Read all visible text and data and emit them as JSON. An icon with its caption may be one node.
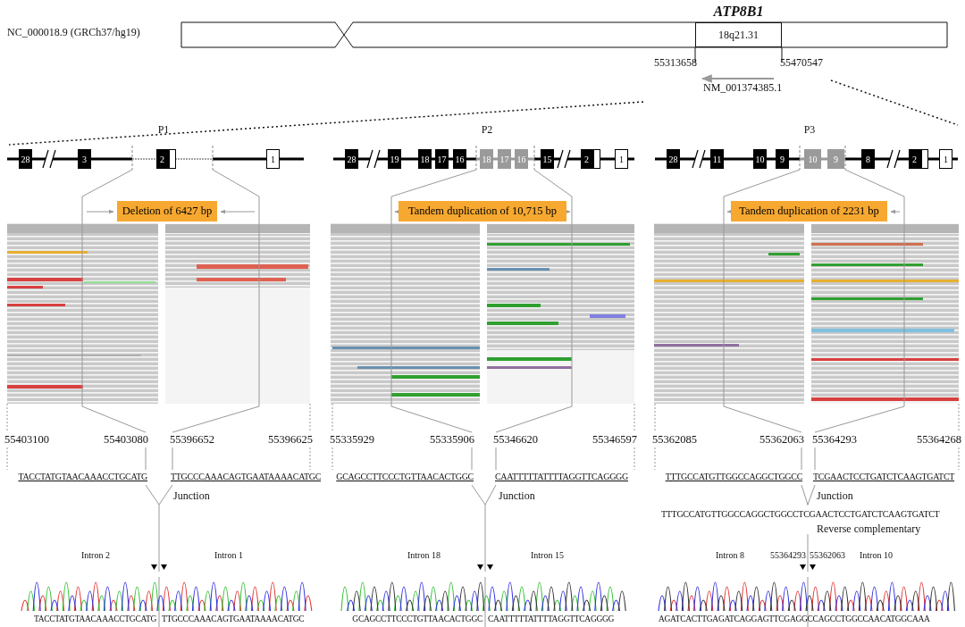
{
  "diagram": {
    "nodes": [
      {
        "text": [
          "18q21.31"
        ],
        "beside": [
          "ATP8B1"
        ]
      },
      {
        "text": [
          "28"
        ]
      },
      {
        "text": [
          "3"
        ]
      },
      {
        "text": [
          "2"
        ]
      },
      {
        "text": [
          "1"
        ]
      },
      {
        "text": [
          "28"
        ]
      },
      {
        "text": [
          "19"
        ]
      },
      {
        "text": [
          "18"
        ]
      },
      {
        "text": [
          "17"
        ]
      },
      {
        "text": [
          "16"
        ]
      },
      {
        "text": [
          "18"
        ]
      },
      {
        "text": [
          "17"
        ]
      },
      {
        "text": [
          "16"
        ]
      },
      {
        "text": [
          "15"
        ]
      },
      {
        "text": [
          "2"
        ]
      },
      {
        "text": [
          "1"
        ]
      },
      {
        "text": [
          "28"
        ]
      },
      {
        "text": [
          "11"
        ]
      },
      {
        "text": [
          "10"
        ]
      },
      {
        "text": [
          "9"
        ]
      },
      {
        "text": [
          "10"
        ]
      },
      {
        "text": [
          "9"
        ]
      },
      {
        "text": [
          "8"
        ]
      },
      {
        "text": [
          "2"
        ]
      },
      {
        "text": [
          "1"
        ]
      },
      {
        "text": [
          "Deletion of 6427 bp"
        ]
      },
      {
        "text": [
          "Tandem duplication of 10,715 bp"
        ]
      },
      {
        "text": [
          "Tandem duplication of 2231 bp"
        ]
      }
    ],
    "labels": [
      "NC_000018.9 (GRCh37/hg19)",
      "55313658",
      "55470547",
      "NM_001374385.1",
      "P1",
      "P2",
      "P3",
      "55403100",
      "55403080",
      "55396652",
      "55396625",
      "55335929",
      "55335906",
      "55346620",
      "55346597",
      "55362085",
      "55362063",
      "55364293",
      "55364268",
      "TACCTATGTAACAAACCTGCATG",
      "TTGCCCAAACAGTGAATAAAACATGC",
      "GCAGCCTTCCCTGTTAACACTGGC",
      "CAATTTTTATTTTAGGTTCAGGGG",
      "TTTGCCATGTTGGCCAGGCTGGCC",
      "TCGAACTCCTGATCTCAAGTGATCT",
      "Junction",
      "Junction",
      "Junction",
      "TTTGCCATGTTGGCCAGGCTGGCCTCGAACTCCTGATCTCAAGTGATCT",
      "Reverse complementary",
      "Intron 2",
      "Intron 1",
      "Intron 18",
      "Intron 15",
      "Intron 8",
      "55364293",
      "55362063",
      "Intron 10",
      "TACCTATGTAACAAACCTGCATG",
      "TTGCCCAAACAGTGAATAAAACATGC",
      "GCAGCCTTCCCTGTTAACACTGGC",
      "CAATTTTTATTTTAGGTTCAGGGG",
      "AGATCACTTGAGATCAGGAGTTCGAGGCCAGCCTGGCCAACATGGCAAA"
    ]
  }
}
